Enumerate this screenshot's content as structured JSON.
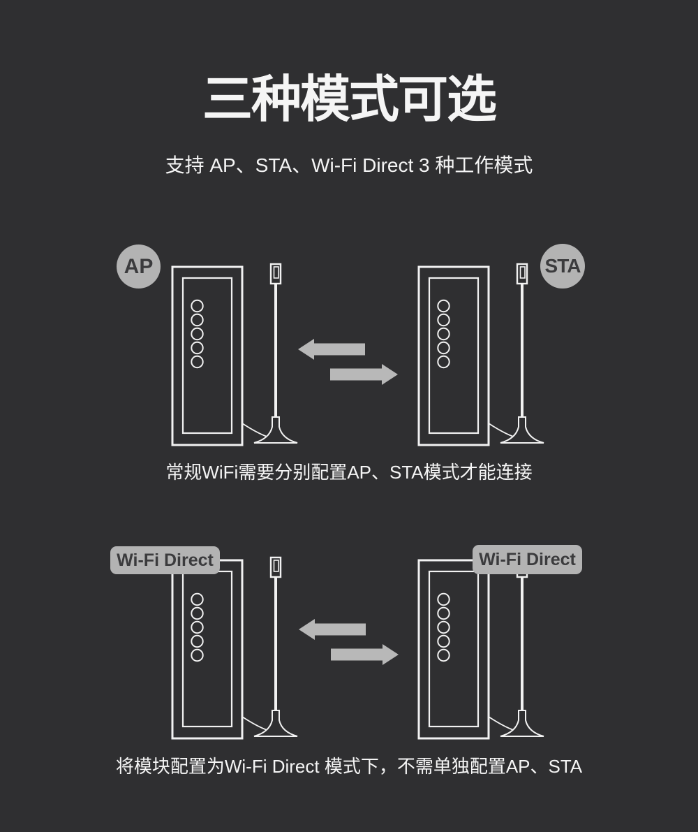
{
  "header": {
    "title": "三种模式可选",
    "subtitle": "支持 AP、STA、Wi-Fi Direct 3 种工作模式"
  },
  "sections": [
    {
      "name": "normal-wifi-mode",
      "badges": {
        "left": "AP",
        "right": "STA"
      },
      "caption": "常规WiFi需要分别配置AP、STA模式才能连接"
    },
    {
      "name": "wifi-direct-mode",
      "badges": {
        "left": "Wi-Fi Direct",
        "right": "Wi-Fi Direct"
      },
      "caption": "将模块配置为Wi-Fi Direct 模式下，不需单独配置AP、STA"
    }
  ],
  "colors": {
    "background": "#2f2f31",
    "line": "#f2f2f2",
    "text": "#f5f5f5",
    "badge_bg": "#b3b3b3",
    "badge_text": "#3b3b3d",
    "arrow": "#b8b8b8"
  }
}
